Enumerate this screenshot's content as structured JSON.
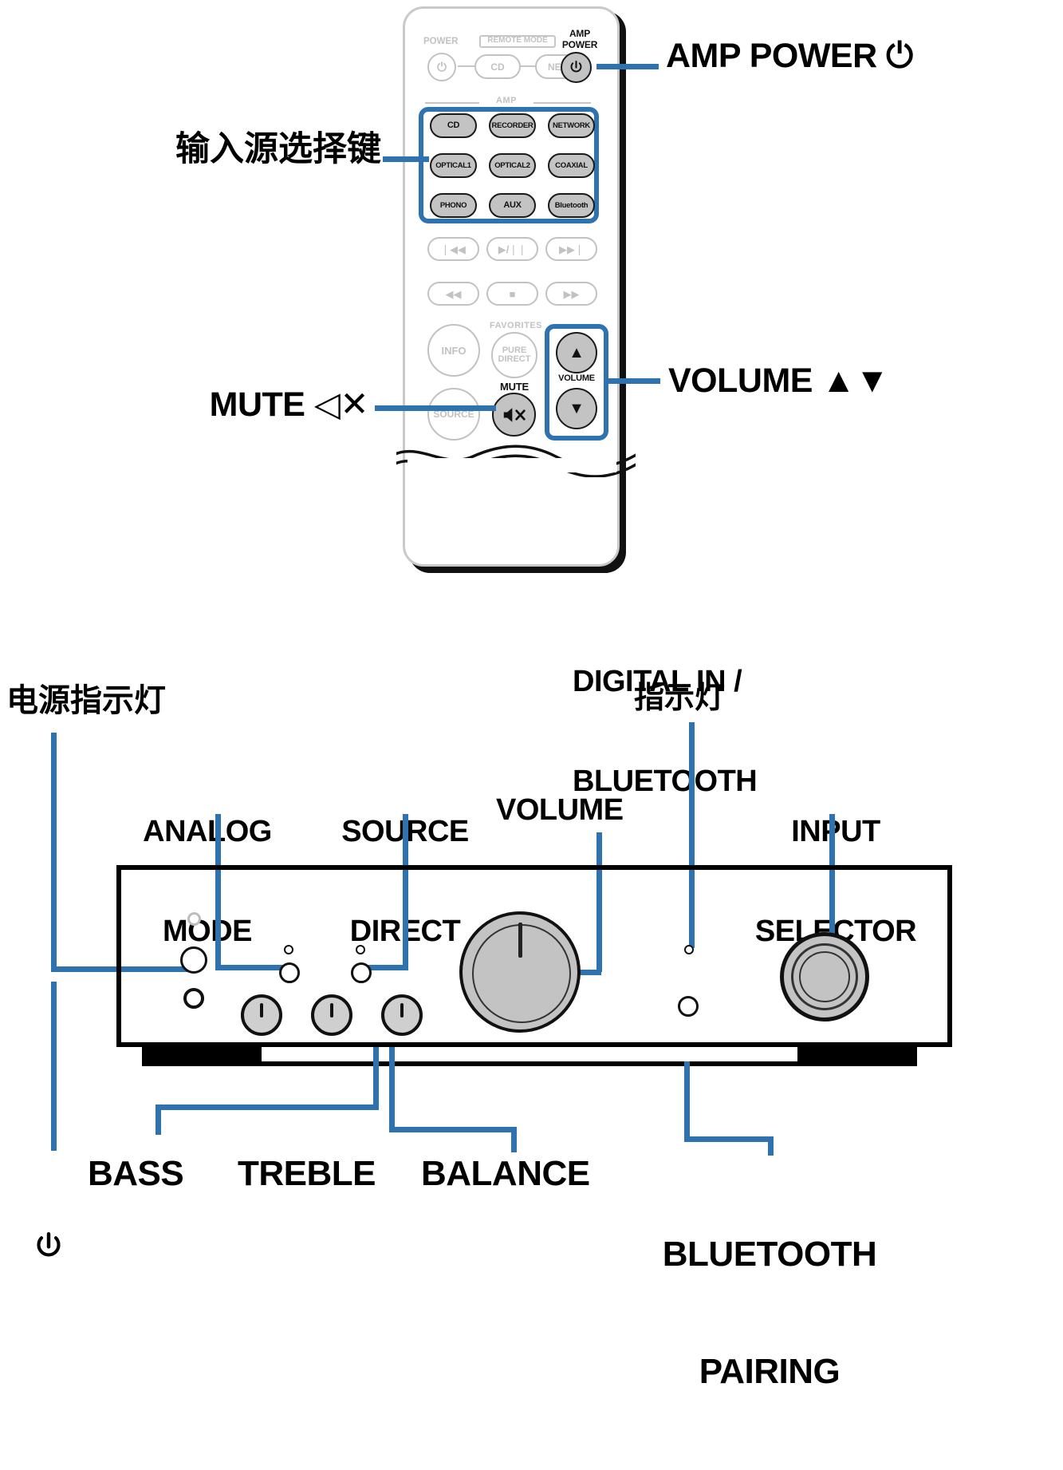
{
  "diagram": {
    "title": "Integrated amplifier front panel and remote control callouts",
    "accent_color": "#2f72b0",
    "button_fill": "#c3c3c3",
    "inactive_color": "#c2c2c2"
  },
  "remote": {
    "top_labels": {
      "power": "POWER",
      "remote_mode": "REMOTE MODE",
      "amp_power_line1": "AMP",
      "amp_power_line2": "POWER"
    },
    "mode_buttons": [
      {
        "name": "power",
        "label": "⏻"
      },
      {
        "name": "cd",
        "label": "CD"
      },
      {
        "name": "net",
        "label": "NET"
      }
    ],
    "amp_section_caption": "AMP",
    "source_buttons": [
      {
        "label": "CD"
      },
      {
        "label": "RECORDER"
      },
      {
        "label": "NETWORK"
      },
      {
        "label": "OPTICAL1"
      },
      {
        "label": "OPTICAL2"
      },
      {
        "label": "COAXIAL"
      },
      {
        "label": "PHONO"
      },
      {
        "label": "AUX"
      },
      {
        "label": "Bluetooth"
      }
    ],
    "transport_buttons": [
      {
        "label": "❘◀◀"
      },
      {
        "label": "▶/❘❘"
      },
      {
        "label": "▶▶❘"
      },
      {
        "label": "◀◀"
      },
      {
        "label": "■"
      },
      {
        "label": "▶▶"
      }
    ],
    "info_button": "INFO",
    "favorites_caption": "FAVORITES",
    "pure_direct_line1": "PURE",
    "pure_direct_line2": "DIRECT",
    "source_button": "SOURCE",
    "mute_caption": "MUTE",
    "mute_glyph": "◁✕",
    "volume_caption": "VOLUME",
    "volume_up_glyph": "▲",
    "volume_down_glyph": "▼"
  },
  "callouts": {
    "amp_power": "AMP POWER ⏻",
    "source_select_cn": "输入源选择键",
    "volume": "VOLUME ▲▼",
    "mute": "MUTE ◁✕",
    "digital_in_line1": "DIGITAL IN /",
    "digital_in_line2": "BLUETOOTH",
    "digital_in_cn": "指示灯",
    "power_indicator_cn": "电源指示灯",
    "analog_mode_line1": "ANALOG",
    "analog_mode_line2": "MODE",
    "source_direct_line1": "SOURCE",
    "source_direct_line2": "DIRECT",
    "volume_panel": "VOLUME",
    "input_selector_line1": "INPUT",
    "input_selector_line2": "SELECTOR",
    "power_symbol": "⏻",
    "bass": "BASS",
    "treble": "TREBLE",
    "balance": "BALANCE",
    "bluetooth_pairing_line1": "BLUETOOTH",
    "bluetooth_pairing_line2": "PAIRING"
  }
}
